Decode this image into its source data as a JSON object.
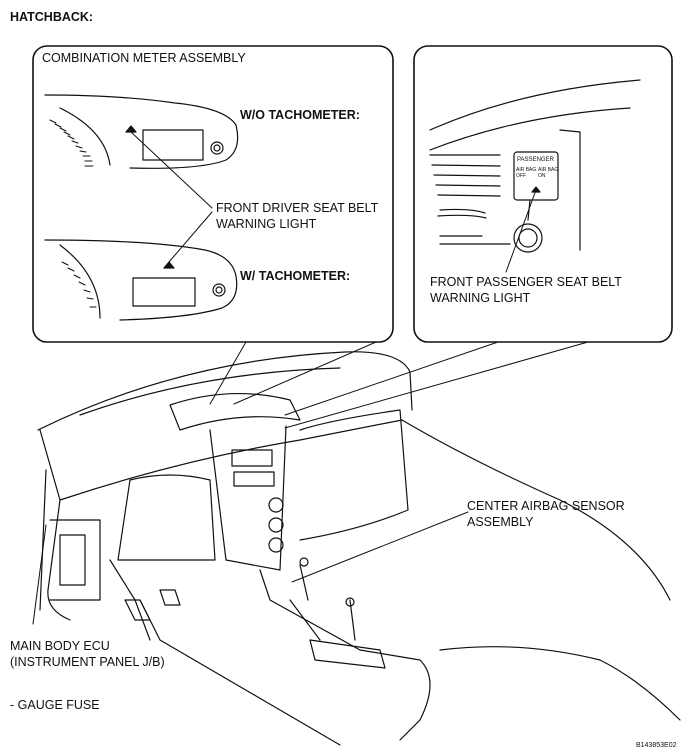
{
  "header": {
    "title": "HATCHBACK:"
  },
  "meter_box": {
    "title": "COMBINATION METER ASSEMBLY",
    "wo_tach": "W/O TACHOMETER:",
    "w_tach": "W/ TACHOMETER:",
    "driver_light": "FRONT DRIVER SEAT BELT\nWARNING LIGHT"
  },
  "passenger_box": {
    "panel_title": "PASSENGER",
    "airbag_off": "AIR BAG\nOFF",
    "airbag_on": "AIR BAG\nON",
    "passenger_light": "FRONT PASSENGER SEAT BELT\nWARNING LIGHT"
  },
  "callouts": {
    "center_airbag": "CENTER AIRBAG SENSOR\nASSEMBLY",
    "main_body_ecu": "MAIN BODY ECU\n(INSTRUMENT PANEL J/B)",
    "gauge_fuse": "- GAUGE FUSE"
  },
  "figure_id": "B143853E02"
}
